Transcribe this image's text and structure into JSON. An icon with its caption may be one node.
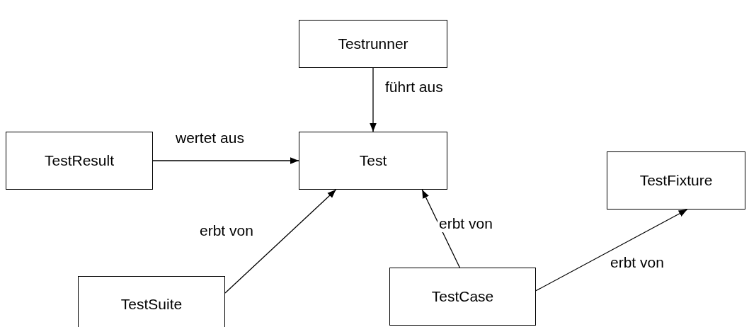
{
  "diagram": {
    "nodes": [
      {
        "text": [
          "Testrunner"
        ]
      },
      {
        "text": [
          "TestResult"
        ]
      },
      {
        "text": [
          "Test"
        ]
      },
      {
        "text": [
          "TestFixture"
        ]
      },
      {
        "text": [
          "TestSuite"
        ]
      },
      {
        "text": [
          "TestCase"
        ]
      }
    ],
    "edges": [
      {
        "from": 0,
        "to": 2,
        "arrow": "to",
        "label": "führt aus"
      },
      {
        "from": 1,
        "to": 2,
        "arrow": "to",
        "label": "wertet aus"
      },
      {
        "from": 4,
        "to": 2,
        "arrow": "to",
        "label": "erbt von"
      },
      {
        "from": 5,
        "to": 2,
        "arrow": "to",
        "label": "erbt von"
      },
      {
        "from": 5,
        "to": 3,
        "arrow": "to",
        "label": "erbt von"
      }
    ]
  }
}
